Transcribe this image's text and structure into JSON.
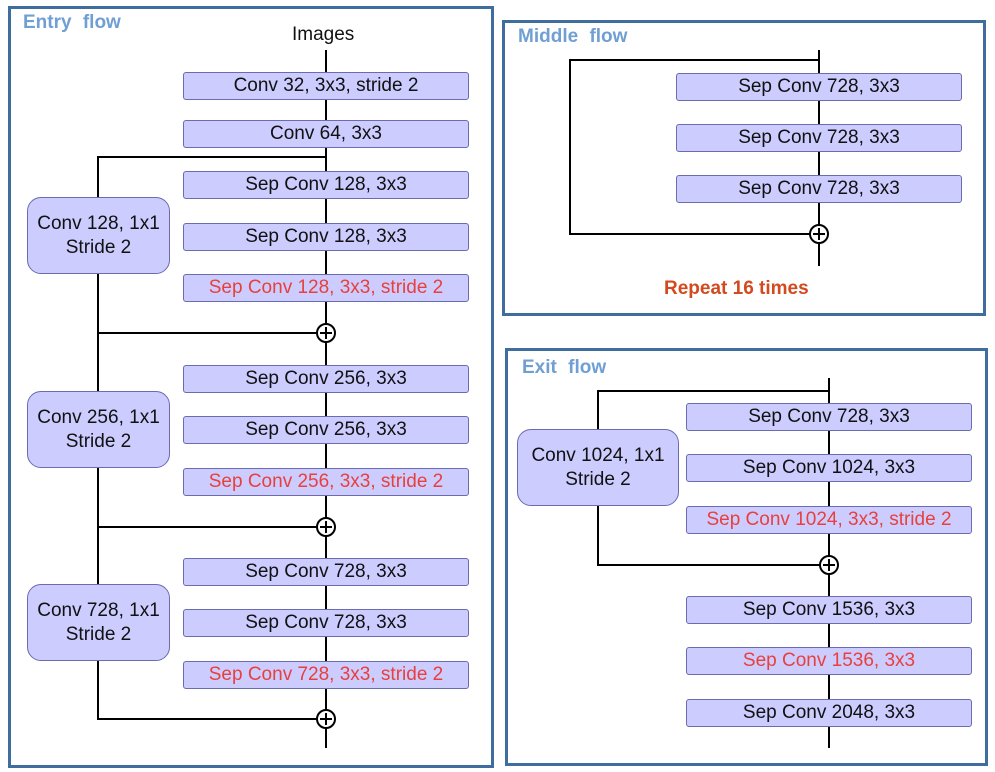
{
  "entry": {
    "title": "Entry flow",
    "input_label": "Images",
    "boxes": [
      {
        "label": "Conv 32, 3x3, stride 2",
        "highlight": false
      },
      {
        "label": "Conv 64, 3x3",
        "highlight": false
      },
      {
        "label": "Sep Conv 128, 3x3",
        "highlight": false
      },
      {
        "label": "Sep Conv 128, 3x3",
        "highlight": false
      },
      {
        "label": "Sep Conv 128, 3x3, stride 2",
        "highlight": true
      },
      {
        "label": "Sep Conv 256, 3x3",
        "highlight": false
      },
      {
        "label": "Sep Conv 256, 3x3",
        "highlight": false
      },
      {
        "label": "Sep Conv 256, 3x3, stride 2",
        "highlight": true
      },
      {
        "label": "Sep Conv 728, 3x3",
        "highlight": false
      },
      {
        "label": "Sep Conv 728, 3x3",
        "highlight": false
      },
      {
        "label": "Sep Conv 728, 3x3, stride 2",
        "highlight": true
      }
    ],
    "skips": [
      {
        "line1": "Conv 128, 1x1",
        "line2": "Stride 2"
      },
      {
        "line1": "Conv 256, 1x1",
        "line2": "Stride 2"
      },
      {
        "line1": "Conv 728, 1x1",
        "line2": "Stride 2"
      }
    ]
  },
  "middle": {
    "title": "Middle flow",
    "boxes": [
      {
        "label": "Sep Conv 728, 3x3",
        "highlight": false
      },
      {
        "label": "Sep Conv 728, 3x3",
        "highlight": false
      },
      {
        "label": "Sep Conv 728, 3x3",
        "highlight": false
      }
    ],
    "repeat": "Repeat 16 times"
  },
  "exit": {
    "title": "Exit flow",
    "boxes": [
      {
        "label": "Sep Conv 728, 3x3",
        "highlight": false
      },
      {
        "label": "Sep Conv 1024, 3x3",
        "highlight": false
      },
      {
        "label": "Sep Conv 1024, 3x3, stride 2",
        "highlight": true
      },
      {
        "label": "Sep Conv 1536, 3x3",
        "highlight": false
      },
      {
        "label": "Sep Conv 1536, 3x3",
        "highlight": true
      },
      {
        "label": "Sep Conv 2048, 3x3",
        "highlight": false
      }
    ],
    "skip": {
      "line1": "Conv 1024, 1x1",
      "line2": "Stride 2"
    }
  },
  "colors": {
    "panel_border": "#3f6d9e",
    "panel_title": "#6f9fd3",
    "box_fill": "#ccccff",
    "highlight_text": "#e8403c",
    "repeat_text": "#d24a1e"
  }
}
